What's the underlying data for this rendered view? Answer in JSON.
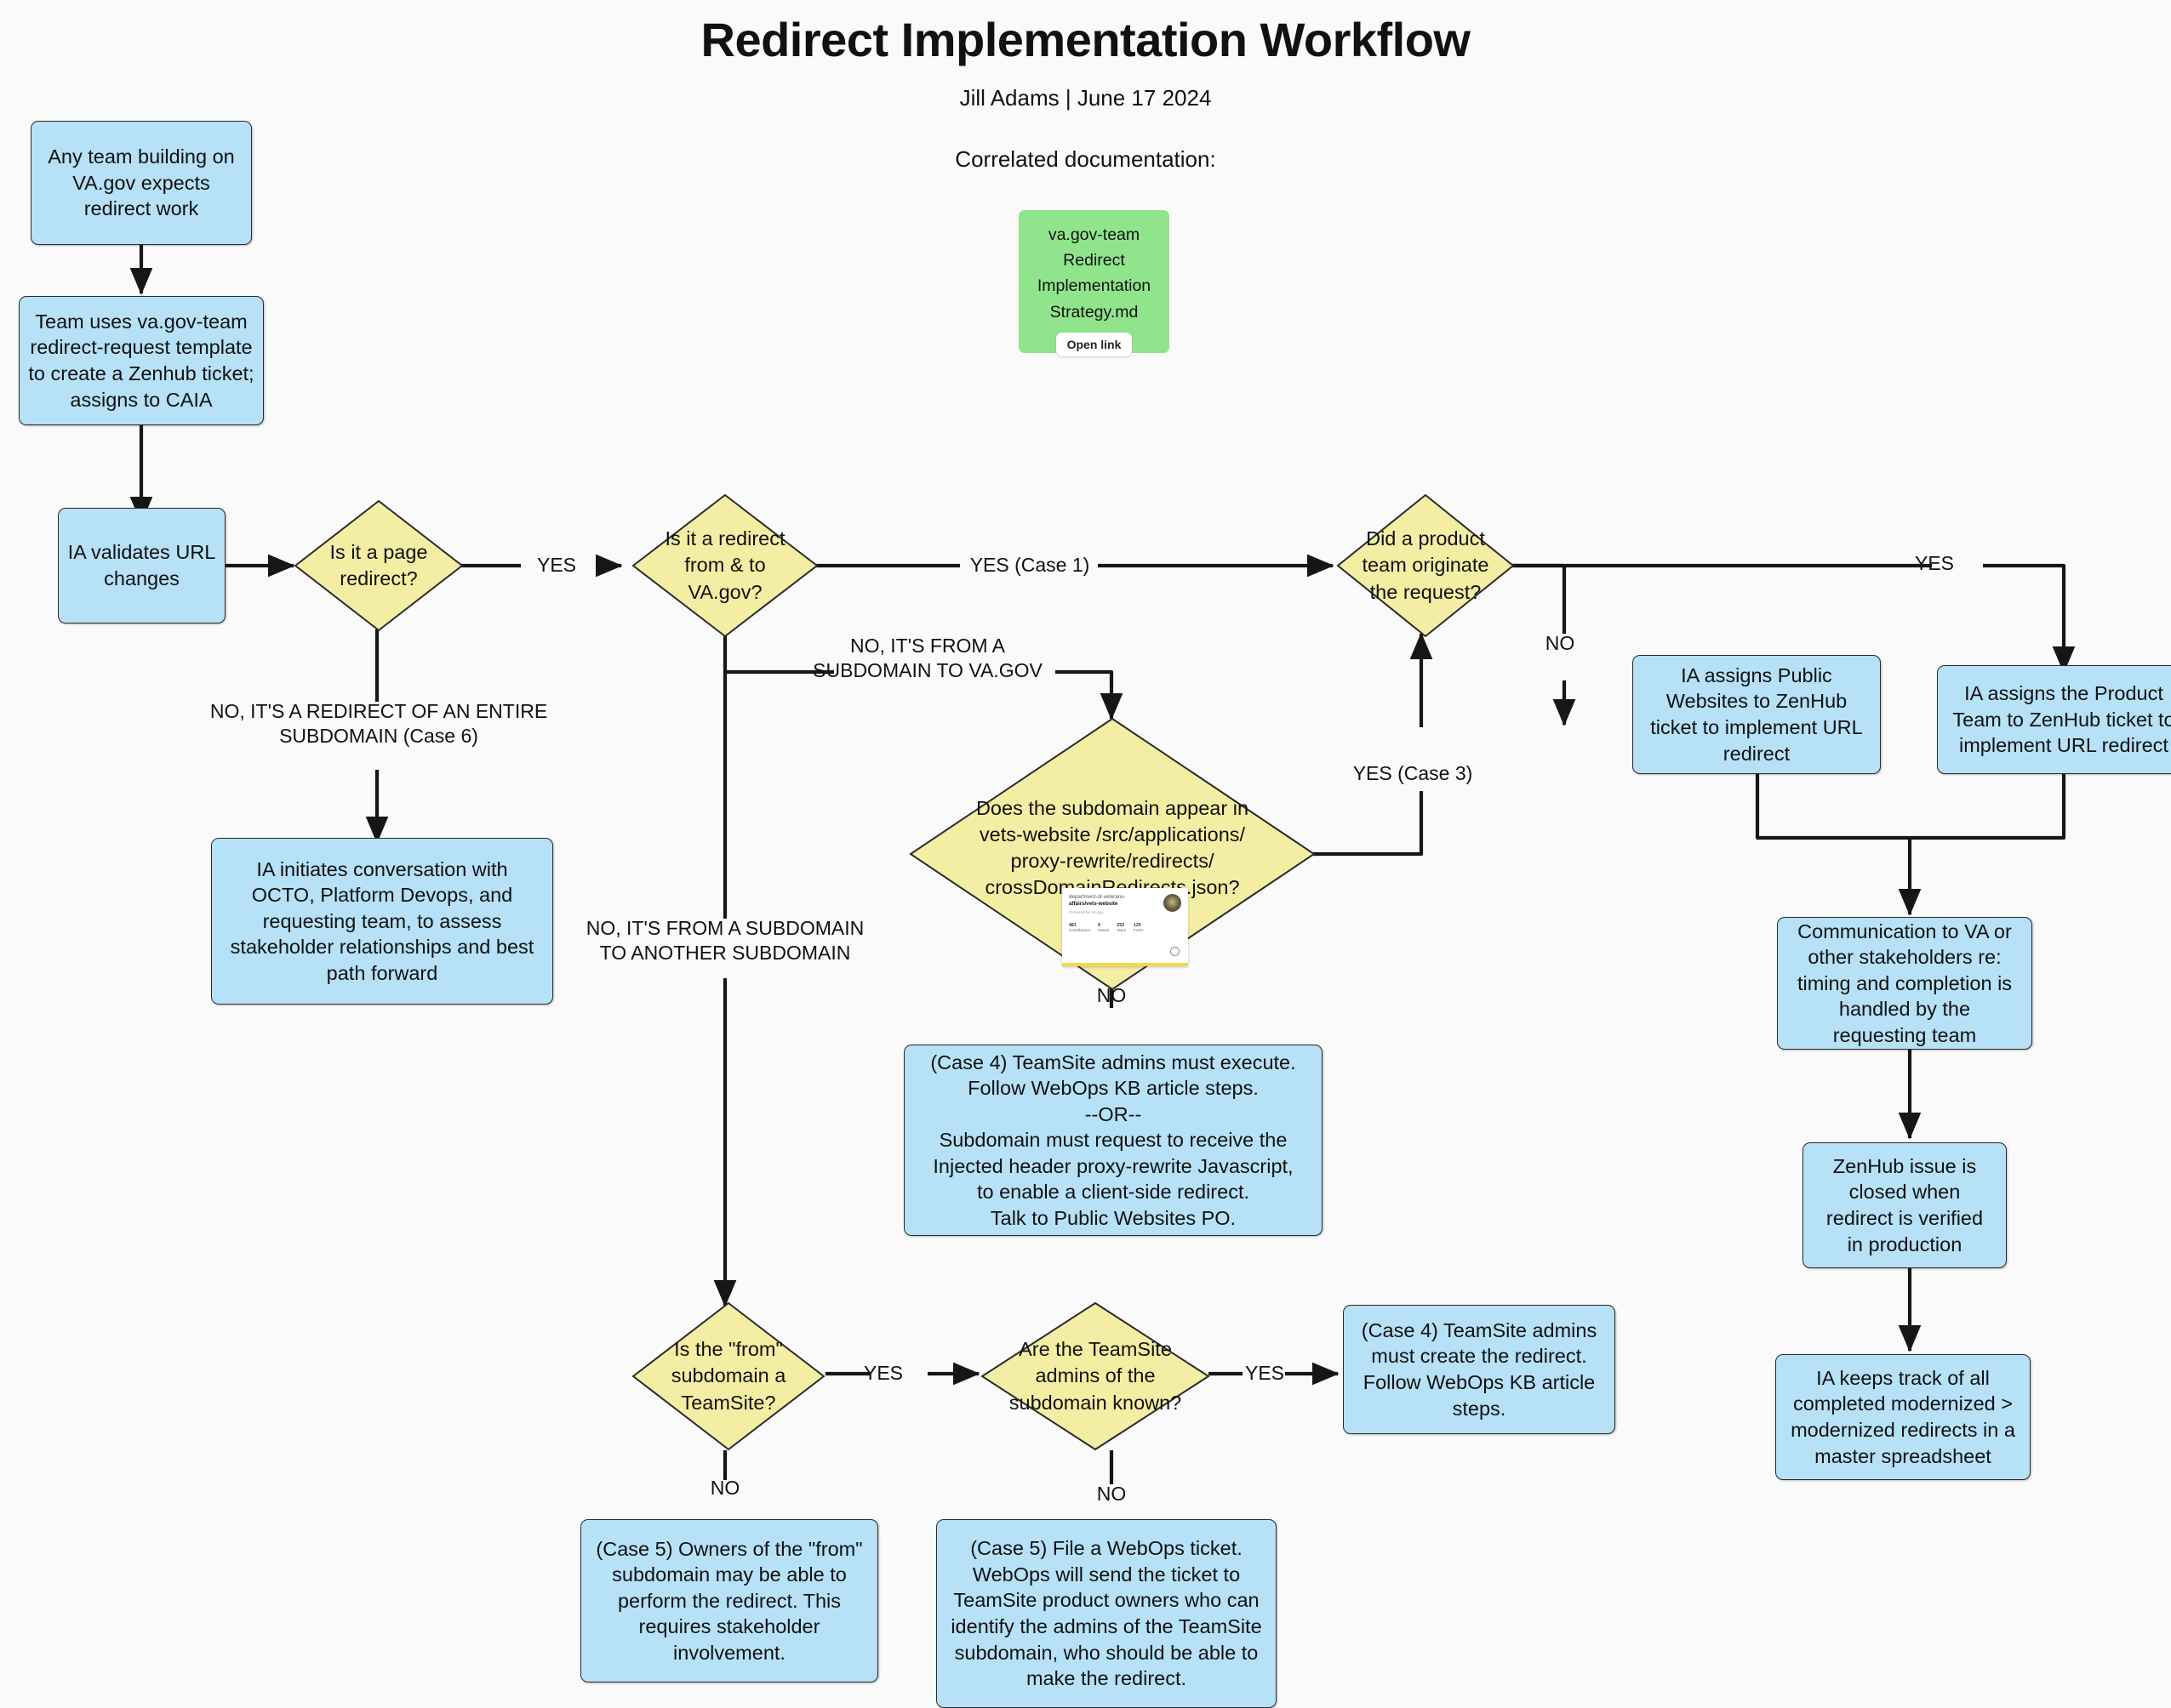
{
  "header": {
    "title": "Redirect Implementation Workflow",
    "byline": "Jill Adams | June 17 2024",
    "correlated_label": "Correlated documentation:"
  },
  "doc_card": {
    "title": "va.gov-team\nRedirect\nImplementation\nStrategy.md",
    "button_label": "Open link",
    "color": "#90e58c"
  },
  "repo_thumbnail": {
    "owner": "department-of-veterans-",
    "repo": "affairs/vets-website",
    "description": "Frontend for VA.gov",
    "stats": [
      {
        "value": "481",
        "label": "Contributors"
      },
      {
        "value": "9",
        "label": "Issues"
      },
      {
        "value": "253",
        "label": "Stars"
      },
      {
        "value": "125",
        "label": "Forks"
      }
    ]
  },
  "colors": {
    "process_fill": "#b6e1f7",
    "decision_fill": "#f4eea4",
    "stroke": "#2b2b2b",
    "background": "#fafafa"
  },
  "nodes": [
    {
      "id": "start",
      "type": "process",
      "text": "Any team building on\nVA.gov expects\nredirect work"
    },
    {
      "id": "template",
      "type": "process",
      "text": "Team uses va.gov-team\nredirect-request template\nto create a Zenhub ticket;\nassigns to CAIA"
    },
    {
      "id": "validate",
      "type": "process",
      "text": "IA validates URL\nchanges"
    },
    {
      "id": "d_page",
      "type": "decision",
      "text": "Is it a page\nredirect?"
    },
    {
      "id": "d_fromto",
      "type": "decision",
      "text": "Is it a redirect\nfrom & to\nVA.gov?"
    },
    {
      "id": "d_product",
      "type": "decision",
      "text": "Did a product\nteam originate\nthe request?"
    },
    {
      "id": "d_crossdomain",
      "type": "decision",
      "text": "Does the subdomain appear in\nvets-website /src/applications/\nproxy-rewrite/redirects/\ncrossDomainRedirects.json?"
    },
    {
      "id": "d_teamsite",
      "type": "decision",
      "text": "Is the \"from\"\nsubdomain a\nTeamSite?"
    },
    {
      "id": "d_admins",
      "type": "decision",
      "text": "Are the TeamSite\nadmins of the\nsubdomain known?"
    },
    {
      "id": "octo",
      "type": "process",
      "text": "IA initiates conversation with\nOCTO, Platform Devops, and\nrequesting team, to assess\nstakeholder relationships and best\npath forward"
    },
    {
      "id": "pubweb",
      "type": "process",
      "text": "IA assigns Public\nWebsites to ZenHub\nticket to implement URL\nredirect"
    },
    {
      "id": "prodteam",
      "type": "process",
      "text": "IA assigns the Product\nTeam to ZenHub ticket to\nimplement URL redirect"
    },
    {
      "id": "comms",
      "type": "process",
      "text": "Communication to VA or\nother stakeholders re:\ntiming and completion is\nhandled by the\nrequesting team"
    },
    {
      "id": "zenclose",
      "type": "process",
      "text": "ZenHub issue is\nclosed when\nredirect is verified\nin production"
    },
    {
      "id": "track",
      "type": "process",
      "text": "IA keeps track of all\ncompleted modernized >\nmodernized redirects in a\nmaster spreadsheet"
    },
    {
      "id": "case4a",
      "type": "process",
      "text": "(Case 4) TeamSite admins must execute.\nFollow WebOps KB article steps.\n--OR--\nSubdomain must request to receive the\nInjected header proxy-rewrite Javascript,\nto enable a client-side redirect.\nTalk to Public Websites PO."
    },
    {
      "id": "case4b",
      "type": "process",
      "text": "(Case 4) TeamSite admins\nmust create the redirect.\nFollow WebOps KB article\nsteps."
    },
    {
      "id": "case5a",
      "type": "process",
      "text": "(Case 5) Owners of the \"from\"\nsubdomain may be able to\nperform the redirect. This\nrequires stakeholder\ninvolvement."
    },
    {
      "id": "case5b",
      "type": "process",
      "text": "(Case 5) File a WebOps ticket.\nWebOps will send the ticket to\nTeamSite product owners who can\nidentify the admins of the TeamSite\nsubdomain, who should be able to\nmake the redirect."
    }
  ],
  "edge_labels": [
    {
      "id": "e_yes_page",
      "text": "YES"
    },
    {
      "id": "e_no_subdomain6",
      "text": "NO, IT'S A REDIRECT OF AN ENTIRE\nSUBDOMAIN (Case 6)"
    },
    {
      "id": "e_yes_case1",
      "text": "YES (Case 1)"
    },
    {
      "id": "e_no_sub_to_vagov",
      "text": "NO, IT'S FROM A\nSUBDOMAIN TO VA.GOV"
    },
    {
      "id": "e_no_sub_to_sub",
      "text": "NO, IT'S FROM A SUBDOMAIN\nTO ANOTHER SUBDOMAIN"
    },
    {
      "id": "e_yes_case3",
      "text": "YES (Case 3)"
    },
    {
      "id": "e_no_crossdomain",
      "text": "NO"
    },
    {
      "id": "e_yes_product",
      "text": "YES"
    },
    {
      "id": "e_no_product",
      "text": "NO"
    },
    {
      "id": "e_yes_teamsite",
      "text": "YES"
    },
    {
      "id": "e_no_teamsite",
      "text": "NO"
    },
    {
      "id": "e_yes_admins",
      "text": "YES"
    },
    {
      "id": "e_no_admins",
      "text": "NO"
    }
  ]
}
